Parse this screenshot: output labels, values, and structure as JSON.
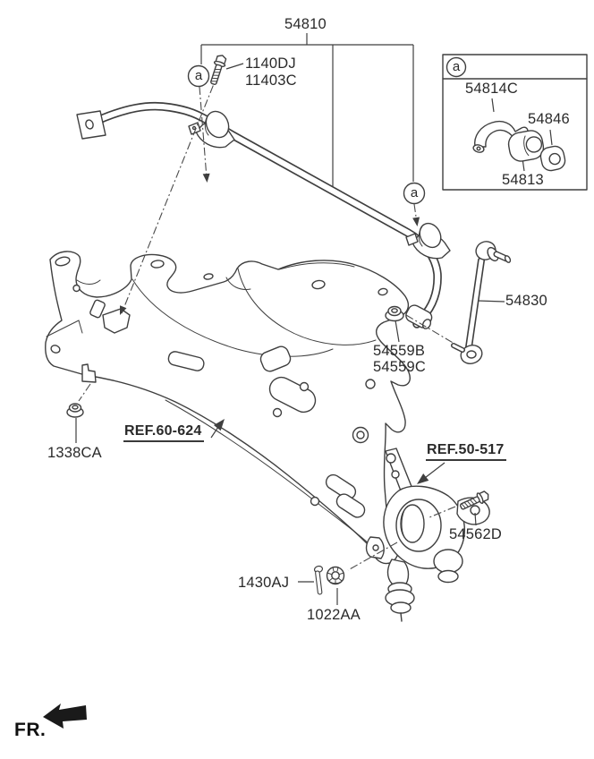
{
  "diagram": {
    "figure_type": "suspension-parts-diagram",
    "colors": {
      "line": "#3f3f3f",
      "text": "#2a2a2a",
      "background": "#ffffff",
      "arrow_fill": "#1a1a1a"
    },
    "callouts": {
      "bar_left": "a",
      "bar_right": "a",
      "inset": "a"
    },
    "labels": {
      "stabilizer_bar": "54810",
      "clamp_bolt_line1": "1140DJ",
      "clamp_bolt_line2": "11403C",
      "inset_bracket": "54814C",
      "inset_stopper": "54846",
      "inset_bushing": "54813",
      "link": "54830",
      "link_mount_line1": "54559B",
      "link_mount_line2": "54559C",
      "crossmember_ref": "REF.60-624",
      "crossmember_nut": "1338CA",
      "knuckle_ref": "REF.50-517",
      "knuckle_bolt": "54562D",
      "cotter_pin": "1430AJ",
      "castle_nut": "1022AA",
      "front_marker": "FR."
    }
  }
}
